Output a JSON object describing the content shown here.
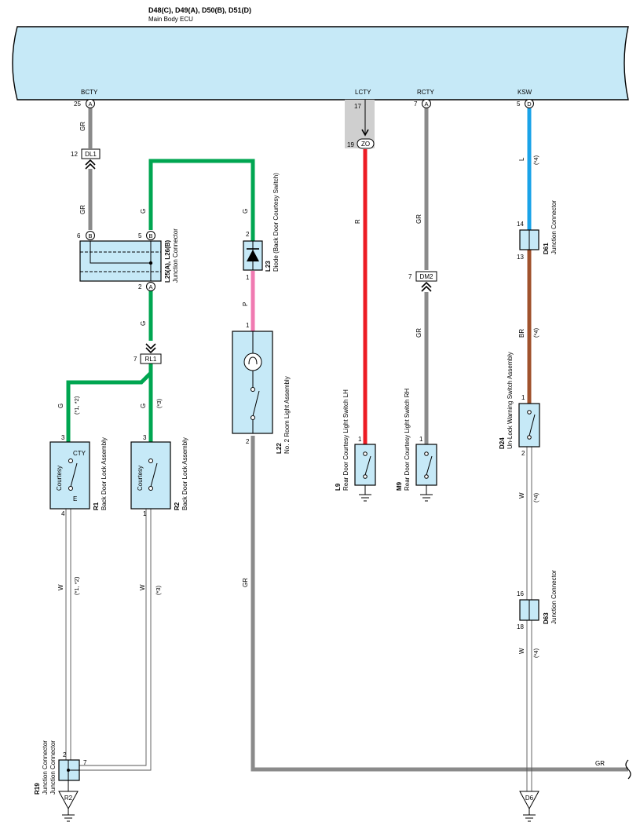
{
  "ecu": {
    "connectors": "D48(C), D49(A), D50(B), D51(D)",
    "name": "Main Body ECU",
    "terminals": [
      {
        "name": "BCTY",
        "pin": "25",
        "conn": "A"
      },
      {
        "name": "LCTY",
        "pin": "17",
        "conn": ""
      },
      {
        "name": "RCTY",
        "pin": "7",
        "conn": "A"
      },
      {
        "name": "KSW",
        "pin": "5",
        "conn": "D"
      }
    ]
  },
  "connectors": {
    "dl1": {
      "id": "DL1",
      "pin": "12"
    },
    "rl1": {
      "id": "RL1",
      "pin": "7"
    },
    "dm2": {
      "id": "DM2",
      "pin": "7"
    },
    "zo": {
      "id": "ZO",
      "pin": "19"
    },
    "l25": {
      "code": "L25(A), L26(B)",
      "name": "Junction Connector",
      "pins": [
        "6",
        "B",
        "5",
        "B",
        "2",
        "A"
      ]
    },
    "d61": {
      "code": "D61",
      "name": "Junction Connector",
      "pins": [
        "14",
        "13"
      ]
    },
    "d63": {
      "code": "D63",
      "name": "Junction Connector",
      "pins": [
        "16",
        "18"
      ]
    },
    "r19": {
      "code": "R19",
      "name": "Junction Connector",
      "pins": [
        "2",
        "7"
      ]
    }
  },
  "components": {
    "l23": {
      "code": "L23",
      "name": "Diode (Back Door Courtesy Switch)",
      "pins": [
        "2",
        "1"
      ]
    },
    "l22": {
      "code": "L22",
      "name": "No. 2 Room Light Assembly",
      "pins": [
        "1",
        "2"
      ]
    },
    "l9": {
      "code": "L9",
      "name": "Rear Door Courtesy Light Switch LH",
      "pin": "1"
    },
    "m9": {
      "code": "M9",
      "name": "Rear Door Courtesy Light Switch RH",
      "pin": "1"
    },
    "d24": {
      "code": "D24",
      "name": "Un-Lock Warning Switch Assembly",
      "pins": [
        "1",
        "2"
      ]
    },
    "r1": {
      "code": "R1",
      "name": "Back Door Lock Assembly",
      "inner": "Courtesy",
      "cty": "CTY",
      "e": "E",
      "pins": [
        "3",
        "4"
      ]
    },
    "r2": {
      "code": "R2",
      "name": "Back Door Lock Assembly",
      "inner": "Courtesy",
      "pins": [
        "3",
        "1"
      ]
    }
  },
  "grounds": {
    "r2": "R2",
    "d6": "D6"
  },
  "wires": {
    "gr": "GR",
    "g": "G",
    "p": "P",
    "r": "R",
    "l": "L",
    "br": "BR",
    "w": "W",
    "note_12": "(*1, *2)",
    "note_3": "(*3)",
    "note_4": "(*4)"
  },
  "colors": {
    "gray": "#8a8a8a",
    "green": "#00a651",
    "pink": "#f07ab1",
    "red": "#ed1c24",
    "blue": "#1aa3e8",
    "brown": "#a0522d",
    "ecu_fill": "#c6e9f7",
    "comp_fill": "#c6e9f7"
  }
}
